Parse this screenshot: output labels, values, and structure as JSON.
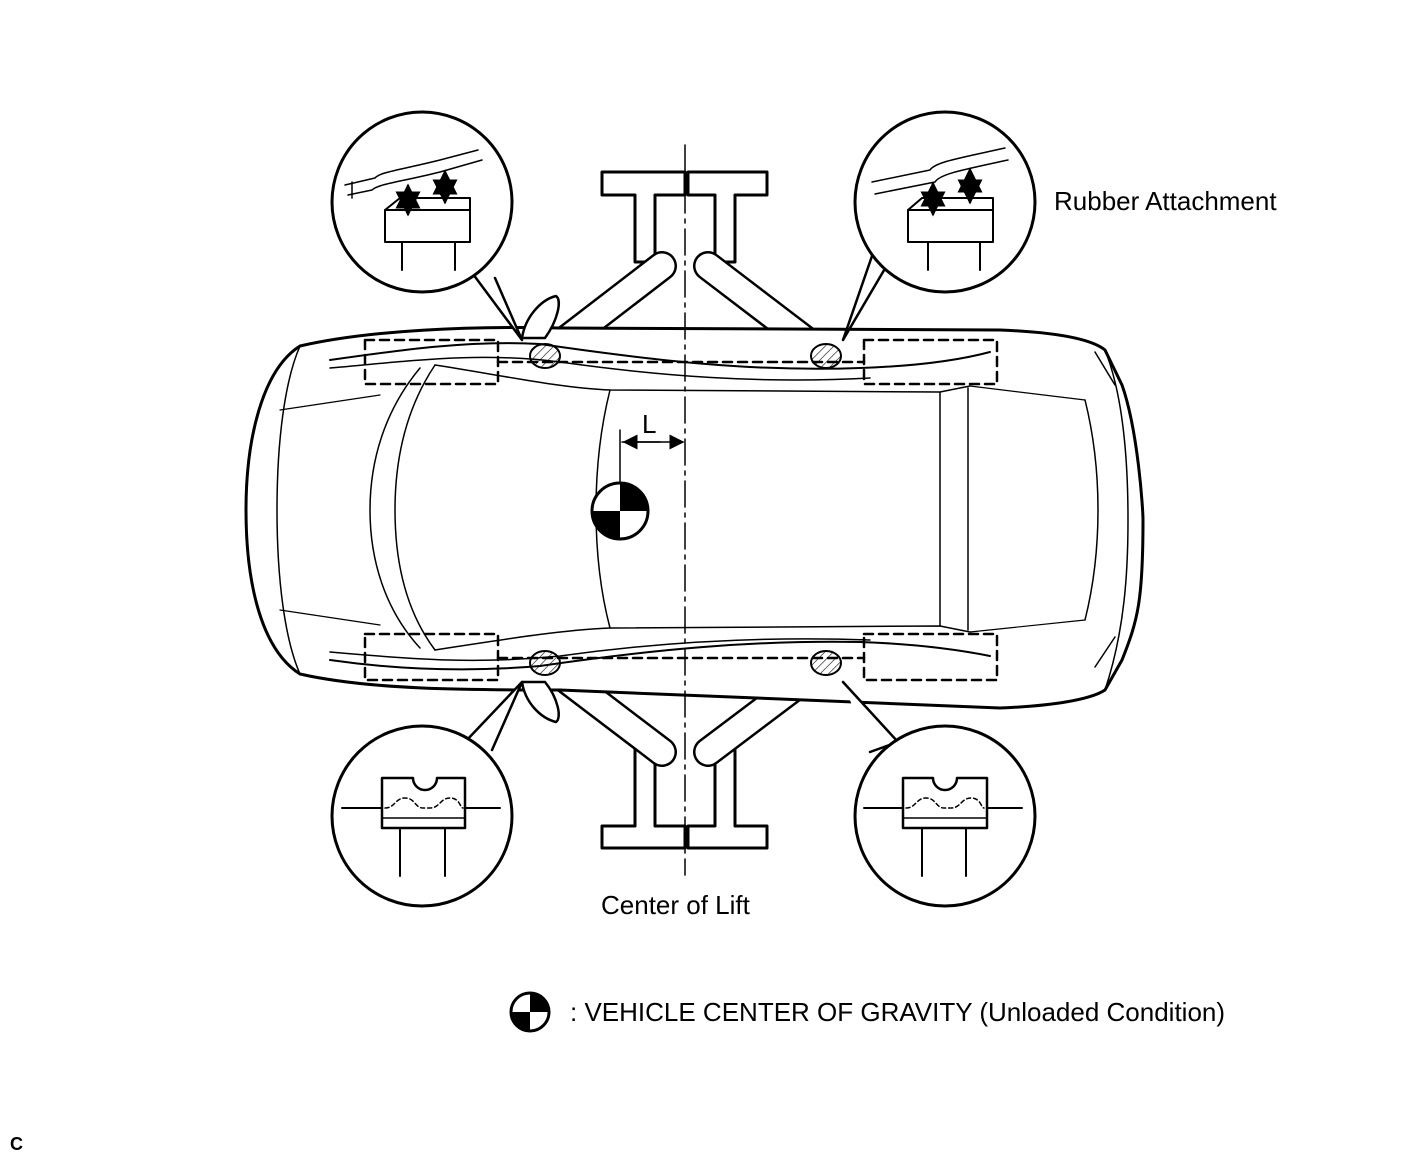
{
  "labels": {
    "rubber_attachment": "Rubber Attachment",
    "center_of_lift": "Center of Lift",
    "distance_marker": "L",
    "legend": ": VEHICLE CENTER OF GRAVITY (Unloaded Condition)",
    "corner_code": "C"
  },
  "icons": {
    "center_of_gravity": "center-of-gravity-symbol"
  }
}
